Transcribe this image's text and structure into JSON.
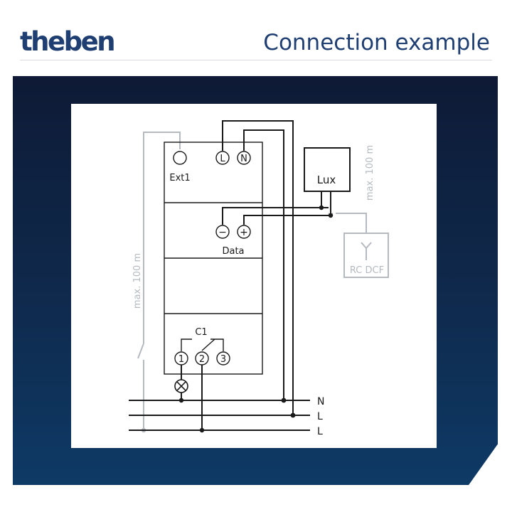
{
  "header": {
    "logo": "theben",
    "title": "Connection example"
  },
  "diagram": {
    "terminals": {
      "ext1": "Ext1",
      "L": "L",
      "N": "N",
      "minus": "−",
      "plus": "+",
      "data": "Data",
      "t1": "1",
      "t2": "2",
      "t3": "3"
    },
    "contact_label": "C1",
    "lux_label": "Lux",
    "rc_dcf_label": "RC DCF",
    "max_distance_left": "max. 100 m",
    "max_distance_right": "max. 100 m",
    "bus_labels": [
      "N",
      "L",
      "L"
    ],
    "colors": {
      "wire": "#1a1a1a",
      "optional_wire": "#b4bac0",
      "brand": "#1f3f73"
    }
  }
}
